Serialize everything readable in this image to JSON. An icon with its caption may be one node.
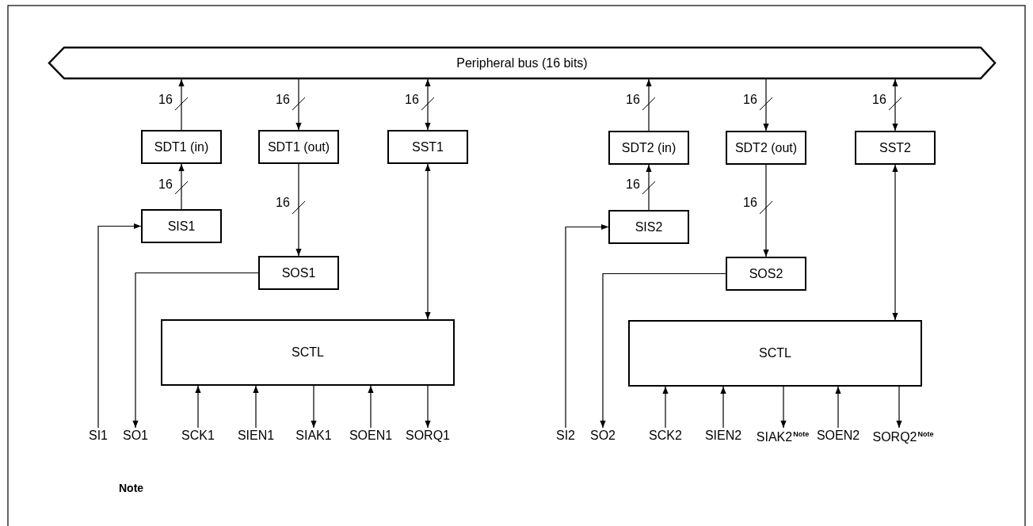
{
  "diagram": {
    "nodes": [
      {
        "text": [
          "Peripheral bus (16 bits)"
        ]
      },
      {
        "text": [
          "SDT1 (in)"
        ]
      },
      {
        "text": [
          "SDT1 (out)"
        ]
      },
      {
        "text": [
          "SST1"
        ]
      },
      {
        "text": [
          "SIS1"
        ]
      },
      {
        "text": [
          "SOS1"
        ]
      },
      {
        "text": [
          "SCTL"
        ]
      },
      {
        "text": [
          "SI1"
        ]
      },
      {
        "text": [
          "SO1"
        ]
      },
      {
        "text": [
          "SCK1"
        ]
      },
      {
        "text": [
          "SIEN1"
        ]
      },
      {
        "text": [
          "SIAK1"
        ]
      },
      {
        "text": [
          "SOEN1"
        ]
      },
      {
        "text": [
          "SORQ1"
        ]
      },
      {
        "text": [
          "SDT2 (in)"
        ]
      },
      {
        "text": [
          "SDT2 (out)"
        ]
      },
      {
        "text": [
          "SST2"
        ]
      },
      {
        "text": [
          "SIS2"
        ]
      },
      {
        "text": [
          "SOS2"
        ]
      },
      {
        "text": [
          "SCTL"
        ]
      },
      {
        "text": [
          "SI2"
        ]
      },
      {
        "text": [
          "SO2"
        ]
      },
      {
        "text": [
          "SCK2"
        ]
      },
      {
        "text": [
          "SIEN2"
        ]
      },
      {
        "text": [
          "SIAK2$^{Note}$"
        ]
      },
      {
        "text": [
          "SOEN2"
        ]
      },
      {
        "text": [
          "SORQ2$^{Note}$"
        ]
      }
    ],
    "edges": [
      {
        "from": 1,
        "to": 0,
        "arrow": "to",
        "label": "16"
      },
      {
        "from": 0,
        "to": 2,
        "arrow": "to",
        "label": "16"
      },
      {
        "from": 0,
        "to": 3,
        "arrow": "both",
        "label": "16"
      },
      {
        "from": 4,
        "to": 1,
        "arrow": "to",
        "label": "16"
      },
      {
        "from": 2,
        "to": 5,
        "arrow": "to",
        "label": "16"
      },
      {
        "from": 6,
        "to": 3,
        "arrow": "both"
      },
      {
        "from": 7,
        "to": 4,
        "arrow": "to"
      },
      {
        "from": 5,
        "to": 8,
        "arrow": "to"
      },
      {
        "from": 9,
        "to": 6,
        "arrow": "to"
      },
      {
        "from": 10,
        "to": 6,
        "arrow": "to"
      },
      {
        "from": 6,
        "to": 11,
        "arrow": "to"
      },
      {
        "from": 12,
        "to": 6,
        "arrow": "to"
      },
      {
        "from": 6,
        "to": 13,
        "arrow": "to"
      },
      {
        "from": 14,
        "to": 0,
        "arrow": "to",
        "label": "16"
      },
      {
        "from": 0,
        "to": 15,
        "arrow": "to",
        "label": "16"
      },
      {
        "from": 0,
        "to": 16,
        "arrow": "both",
        "label": "16"
      },
      {
        "from": 17,
        "to": 14,
        "arrow": "to",
        "label": "16"
      },
      {
        "from": 15,
        "to": 18,
        "arrow": "to",
        "label": "16"
      },
      {
        "from": 19,
        "to": 16,
        "arrow": "both"
      },
      {
        "from": 20,
        "to": 17,
        "arrow": "to"
      },
      {
        "from": 18,
        "to": 21,
        "arrow": "to"
      },
      {
        "from": 22,
        "to": 19,
        "arrow": "to"
      },
      {
        "from": 23,
        "to": 19,
        "arrow": "to"
      },
      {
        "from": 19,
        "to": 24,
        "arrow": "to"
      },
      {
        "from": 25,
        "to": 19,
        "arrow": "to"
      },
      {
        "from": 19,
        "to": 26,
        "arrow": "to"
      }
    ],
    "labels": [
      "Note"
    ]
  }
}
